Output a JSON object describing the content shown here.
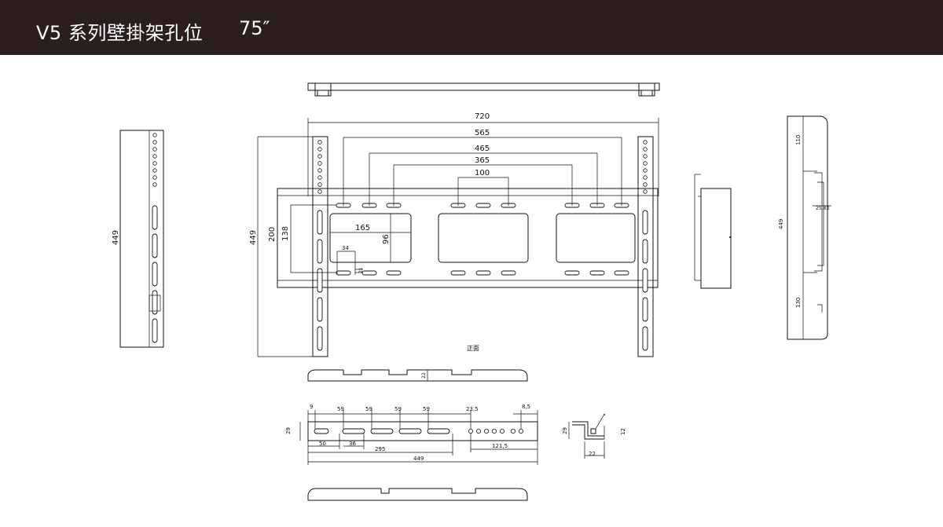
{
  "header": {
    "title": "V5  系列壁掛架孔位",
    "size": "75″"
  },
  "front": {
    "width": "720",
    "d565": "565",
    "d465": "465",
    "d365": "365",
    "d100": "100",
    "height": "449",
    "d200": "200",
    "d138": "138",
    "d165": "165",
    "d96": "96",
    "d34": "34",
    "d21": "21",
    "label": "正面"
  },
  "left_profile": {
    "height": "449"
  },
  "right_side": {
    "d110": "110",
    "d449": "449",
    "d2583": "25,83",
    "d130": "130"
  },
  "strip_top": {
    "d22": "22"
  },
  "arm": {
    "d9": "9",
    "d59a": "59",
    "d59b": "59",
    "d59c": "59",
    "d59d": "59",
    "d235": "23,5",
    "d85": "8,5",
    "d29": "29",
    "d50": "50",
    "d36": "36",
    "d295": "295",
    "d1215": "121,5",
    "d449": "449"
  },
  "section": {
    "d29": "29",
    "d12": "12",
    "d22": "22"
  },
  "colors": {
    "header_bg": "#2b1e1e",
    "line": "#111111"
  }
}
